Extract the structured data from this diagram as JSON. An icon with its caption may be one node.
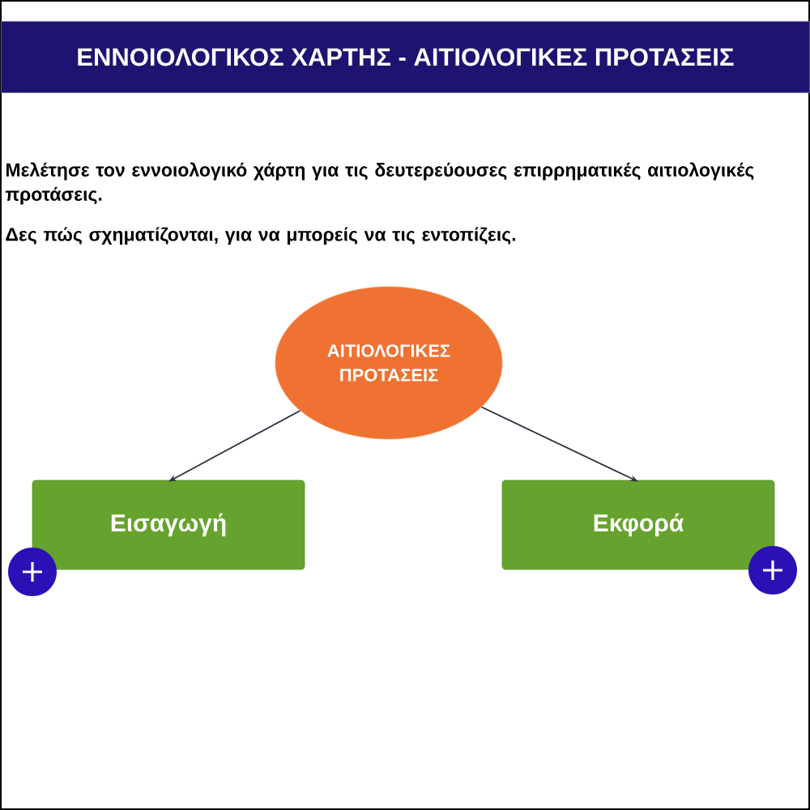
{
  "diagram": {
    "title": "ΕΝΝΟΙΟΛΟΓΙΚΟΣ ΧΑΡΤΗΣ - ΑΙΤΙΟΛΟΓΙΚΕΣ ΠΡΟΤΑΣΕΙΣ",
    "nodes": [
      {
        "text": [
          "ΑΙΤΙΟΛΟΓΙΚΕΣ ΠΡΟΤΑΣΕΙΣ"
        ]
      },
      {
        "text": [
          "Εισαγωγή"
        ]
      },
      {
        "text": [
          "Εκφορά"
        ]
      }
    ],
    "edges": [
      {
        "from": 0,
        "to": 1,
        "arrow": "to"
      },
      {
        "from": 0,
        "to": 2,
        "arrow": "to"
      }
    ],
    "labels": [
      "Μελέτησε τον εννοιολογικό χάρτη για τις δευτερεύουσες επιρρηματικές αιτιολογικές προτάσεις.",
      "Δες πώς σχηματίζονται, για να μπορείς να τις εντοπίζεις."
    ]
  }
}
